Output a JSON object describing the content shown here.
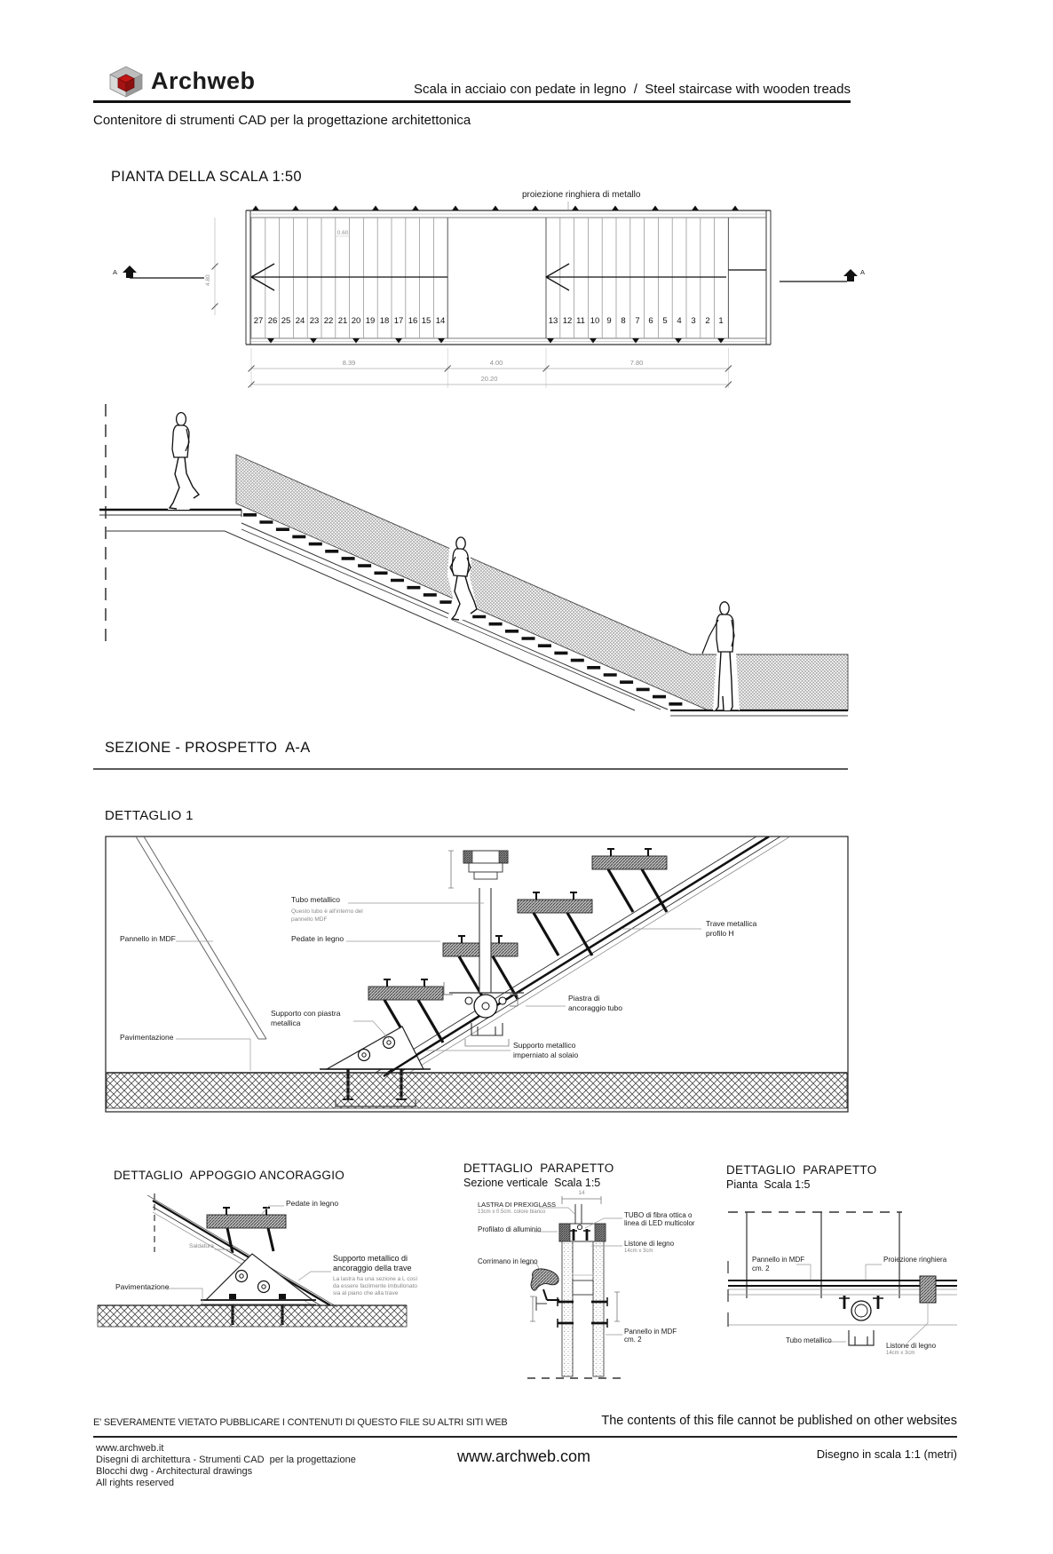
{
  "header": {
    "brand": "Archweb",
    "title": "Scala in acciaio con pedate in legno  /  Steel staircase with wooden treads",
    "subtitle": "Contenitore di strumenti CAD per la progettazione architettonica"
  },
  "plan": {
    "title": "PIANTA DELLA SCALA 1:50",
    "railing_label": "proiezione ringhiera di metallo",
    "section_marker": "A",
    "tread_numbers_left": [
      "27",
      "26",
      "25",
      "24",
      "23",
      "22",
      "21",
      "20",
      "19",
      "18",
      "17",
      "16",
      "15",
      "14"
    ],
    "tread_numbers_right": [
      "13",
      "12",
      "11",
      "10",
      "9",
      "8",
      "7",
      "6",
      "5",
      "4",
      "3",
      "2",
      "1"
    ],
    "dims": {
      "flight_left": "8.39",
      "landing": "4.00",
      "flight_right": "7.80",
      "total": "20.20",
      "width": "4.80",
      "tread": "0.60"
    }
  },
  "section": {
    "title": "SEZIONE - PROSPETTO  A-A"
  },
  "detail1": {
    "title": "DETTAGLIO 1",
    "labels": {
      "pannello_mdf": "Pannello in MDF",
      "tubo_metallico": "Tubo metallico",
      "tubo_note1": "Questo tubo è all'interno del",
      "tubo_note2": "pannello MDF",
      "pedate": "Pedate in legno",
      "trave1": "Trave metallica",
      "trave2": "profilo H",
      "piastra1": "Piastra di",
      "piastra2": "ancoraggio tubo",
      "supporto_piastra1": "Supporto con piastra",
      "supporto_piastra2": "metallica",
      "supporto_solaio1": "Supporto metallico",
      "supporto_solaio2": "imperniato al solaio",
      "pavimentazione": "Pavimentazione"
    }
  },
  "detail_appoggio": {
    "title": "DETTAGLIO  APPOGGIO ANCORAGGIO",
    "labels": {
      "pedate": "Pedate in legno",
      "saldatura": "Saldatura",
      "supporto1": "Supporto metallico di",
      "supporto2": "ancoraggio della trave",
      "note1": "La lastra ha una sezione a L così",
      "note2": "da essere facilmente imbullonato",
      "note3": "sia al piano che alla trave",
      "pavimentazione": "Pavimentazione"
    }
  },
  "detail_parapetto_sezione": {
    "title1": "DETTAGLIO  PARAPETTO",
    "title2": "Sezione verticale  Scala 1:5",
    "labels": {
      "lastra": "LASTRA DI PREXIGLASS",
      "lastra_note": "13cm x 0.5cm. colore bianco",
      "profilato": "Profilato di alluminio",
      "corrimano": "Corrimano in legno",
      "tubo1": "TUBO di fibra ottica o",
      "tubo2": "linea di LED multicolor",
      "listone": "Listone di legno",
      "listone_note": "14cm x 3cm",
      "pannello1": "Pannello in MDF",
      "pannello2": "cm. 2",
      "dim_top": "14"
    }
  },
  "detail_parapetto_pianta": {
    "title1": "DETTAGLIO  PARAPETTO",
    "title2": "Pianta  Scala 1:5",
    "labels": {
      "pannello1": "Pannello in MDF",
      "pannello2": "cm. 2",
      "proiezione": "Proiezione ringhiera",
      "tubo": "Tubo metallico",
      "listone": "Listone di legno",
      "listone_note": "14cm x 3cm"
    }
  },
  "footer": {
    "notice_it": "E' SEVERAMENTE VIETATO PUBBLICARE I CONTENUTI DI QUESTO FILE SU ALTRI SITI WEB",
    "notice_en": "The contents of this file cannot be published on other websites",
    "site": "www.archweb.it",
    "line2": "Disegni di architettura - Strumenti CAD  per la progettazione",
    "line3": "Blocchi dwg - Architectural drawings",
    "line4": "All rights reserved",
    "url": "www.archweb.com",
    "scale_note": "Disegno in scala 1:1 (metri)"
  }
}
